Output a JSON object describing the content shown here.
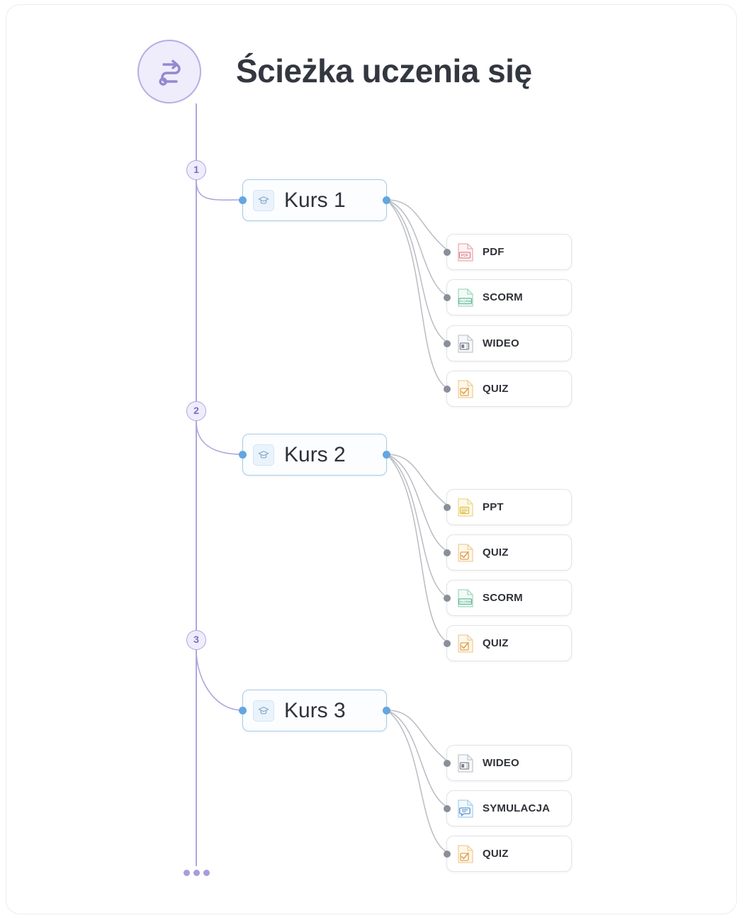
{
  "header": {
    "title": "Ścieżka uczenia się",
    "icon": "route-path-icon"
  },
  "palette": {
    "spine": "#b0a6de",
    "step_badge_bg": "#efecfb",
    "step_badge_border": "#b0a6de",
    "step_number": "#7b6fc0",
    "course_border": "#a8cbe8",
    "course_port": "#64a6e0",
    "card_border": "#e2e4e8",
    "card_port": "#8a8f99",
    "title_color": "#333740",
    "pdf": "#e08b96",
    "scorm": "#7ec5a8",
    "wideo": "#9aa0a8",
    "quiz": "#eaa94e",
    "ppt": "#e8c243",
    "symulacja": "#6aa6d8"
  },
  "spine": {
    "trailing_dots": 3,
    "dots_name": "more-steps-ellipsis"
  },
  "steps": [
    {
      "number": "1",
      "course": {
        "label": "Kurs 1",
        "icon": "graduation-cap-icon"
      },
      "items": [
        {
          "label": "PDF",
          "icon": "pdf-file-icon",
          "type": "pdf"
        },
        {
          "label": "SCORM",
          "icon": "scorm-file-icon",
          "type": "scorm"
        },
        {
          "label": "WIDEO",
          "icon": "video-file-icon",
          "type": "wideo"
        },
        {
          "label": "QUIZ",
          "icon": "quiz-file-icon",
          "type": "quiz"
        }
      ]
    },
    {
      "number": "2",
      "course": {
        "label": "Kurs 2",
        "icon": "graduation-cap-icon"
      },
      "items": [
        {
          "label": "PPT",
          "icon": "ppt-file-icon",
          "type": "ppt"
        },
        {
          "label": "QUIZ",
          "icon": "quiz-file-icon",
          "type": "quiz"
        },
        {
          "label": "SCORM",
          "icon": "scorm-file-icon",
          "type": "scorm"
        },
        {
          "label": "QUIZ",
          "icon": "quiz-file-icon",
          "type": "quiz"
        }
      ]
    },
    {
      "number": "3",
      "course": {
        "label": "Kurs 3",
        "icon": "graduation-cap-icon"
      },
      "items": [
        {
          "label": "WIDEO",
          "icon": "video-file-icon",
          "type": "wideo"
        },
        {
          "label": "SYMULACJA",
          "icon": "simulation-file-icon",
          "type": "symulacja"
        },
        {
          "label": "QUIZ",
          "icon": "quiz-file-icon",
          "type": "quiz"
        }
      ]
    }
  ]
}
